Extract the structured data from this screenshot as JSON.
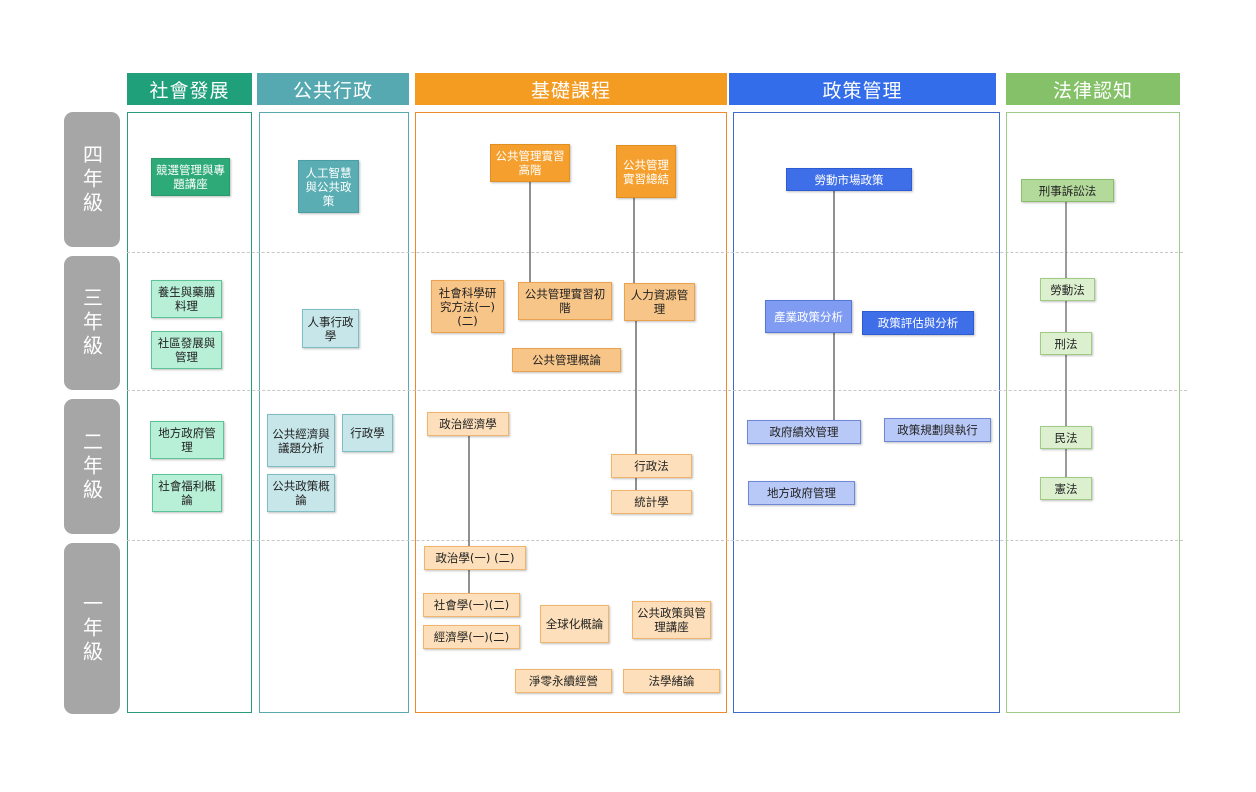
{
  "columns": {
    "social": {
      "title": "社會發展",
      "color": "#1f9f7a",
      "border": "#2a9a7c"
    },
    "public_admin": {
      "title": "公共行政",
      "color": "#56a9b0",
      "border": "#5aa9b0"
    },
    "foundation": {
      "title": "基礎課程",
      "color": "#f49b21",
      "border": "#ee8a2e"
    },
    "policy": {
      "title": "政策管理",
      "color": "#346de9",
      "border": "#3f6bc9"
    },
    "law": {
      "title": "法律認知",
      "color": "#84c168",
      "border": "#9ecb85"
    }
  },
  "years": {
    "y4": "四年級",
    "y3": "三年級",
    "y2": "二年級",
    "y1": "一年級"
  },
  "courses": {
    "election_seminar": "競選管理與專題講座",
    "health_diet": "養生與藥膳料理",
    "community_dev": "社區發展與管理",
    "local_gov_mgmt": "地方政府管理",
    "social_welfare": "社會福利概論",
    "ai_policy": "人工智慧與公共政策",
    "personnel_admin": "人事行政學",
    "public_econ": "公共經濟與議題分析",
    "admin_studies": "行政學",
    "public_policy_intro": "公共政策概論",
    "pm_practice_adv": "公共管理實習高階",
    "pm_practice_final": "公共管理實習總結",
    "social_research": "社會科學研究方法(一)(二)",
    "pm_practice_basic": "公共管理實習初階",
    "hr_mgmt": "人力資源管理",
    "pm_intro": "公共管理概論",
    "political_econ": "政治經濟學",
    "admin_law": "行政法",
    "statistics": "統計學",
    "political_sci": "政治學(一) (二)",
    "sociology": "社會學(一)(二)",
    "economics": "經濟學(一)(二)",
    "globalization": "全球化概論",
    "policy_seminar": "公共政策與管理講座",
    "net_zero": "淨零永續經營",
    "law_intro": "法學緒論",
    "labor_market": "勞動市場政策",
    "industrial_policy": "產業政策分析",
    "policy_eval": "政策評估與分析",
    "gov_performance": "政府績效管理",
    "policy_planning": "政策規劃與執行",
    "local_gov_mgmt2": "地方政府管理",
    "criminal_procedure": "刑事訴訟法",
    "labor_law": "勞動法",
    "criminal_law": "刑法",
    "civil_law": "民法",
    "constitution": "憲法"
  }
}
